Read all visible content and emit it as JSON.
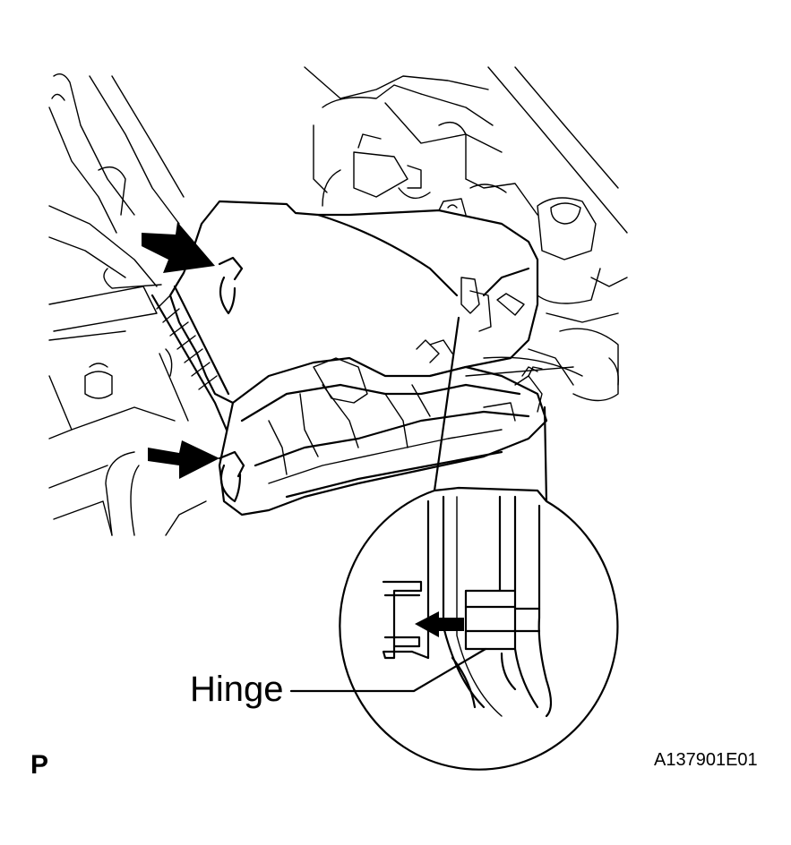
{
  "diagram": {
    "callout_label": "Hinge",
    "view_code": "P",
    "figure_id": "A137901E01",
    "arrows": [
      "upper-clip-arrow-icon",
      "lower-clip-arrow-icon",
      "detail-hinge-arrow-icon"
    ]
  }
}
